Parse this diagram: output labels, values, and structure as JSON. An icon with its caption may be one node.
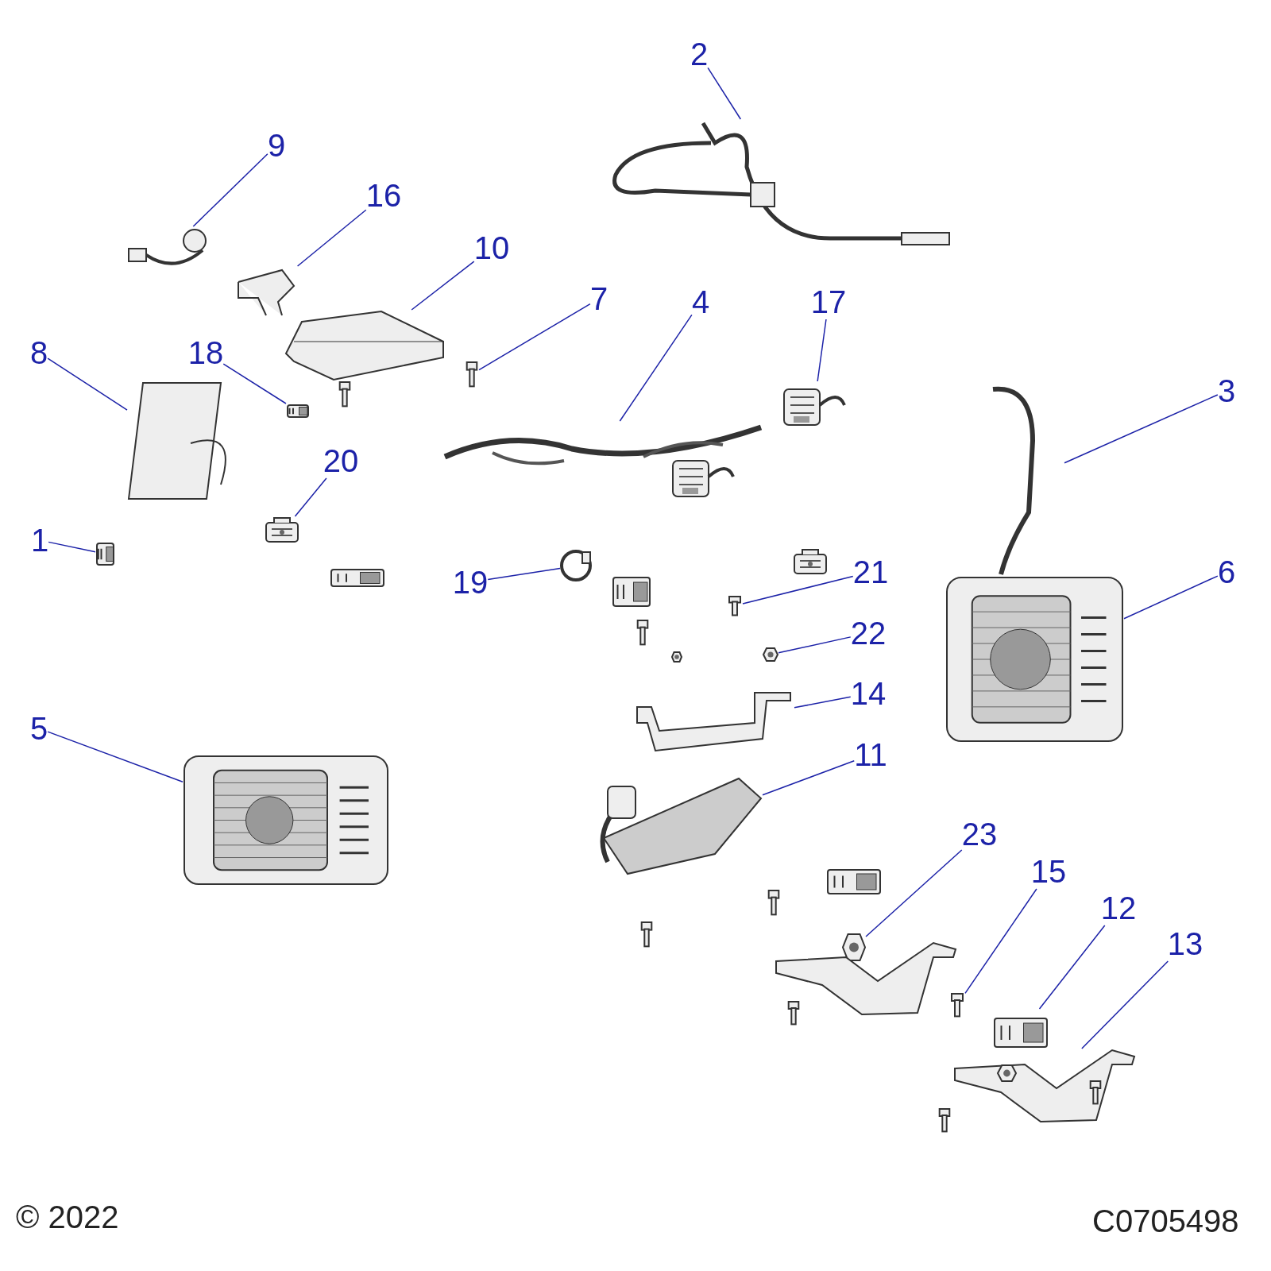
{
  "diagram": {
    "nodes": [
      {
        "text": [
          "2"
        ]
      },
      {
        "text": [],
        "shape": "picture"
      },
      {
        "text": [
          "9"
        ]
      },
      {
        "text": [],
        "shape": "picture"
      },
      {
        "text": [
          "16"
        ]
      },
      {
        "text": [],
        "shape": "picture"
      },
      {
        "text": [
          "10"
        ]
      },
      {
        "text": [],
        "shape": "picture"
      },
      {
        "text": [
          "7"
        ]
      },
      {
        "text": [],
        "shape": "picture"
      },
      {
        "text": [
          "4"
        ]
      },
      {
        "text": [],
        "shape": "picture"
      },
      {
        "text": [
          "17"
        ]
      },
      {
        "text": [],
        "shape": "picture"
      },
      {
        "text": [
          "8"
        ]
      },
      {
        "text": [],
        "shape": "picture"
      },
      {
        "text": [
          "18"
        ]
      },
      {
        "text": [],
        "shape": "picture"
      },
      {
        "text": [
          "3"
        ]
      },
      {
        "text": [],
        "shape": "picture"
      },
      {
        "text": [
          "20"
        ]
      },
      {
        "text": [],
        "shape": "picture"
      },
      {
        "text": [
          "1"
        ]
      },
      {
        "text": [],
        "shape": "picture"
      },
      {
        "text": [
          "21"
        ]
      },
      {
        "text": [],
        "shape": "picture"
      },
      {
        "text": [
          "19"
        ]
      },
      {
        "text": [],
        "shape": "picture"
      },
      {
        "text": [
          "6"
        ]
      },
      {
        "text": [],
        "shape": "picture"
      },
      {
        "text": [
          "22"
        ]
      },
      {
        "text": [],
        "shape": "picture"
      },
      {
        "text": [
          "14"
        ]
      },
      {
        "text": [],
        "shape": "picture"
      },
      {
        "text": [
          "5"
        ]
      },
      {
        "text": [],
        "shape": "picture"
      },
      {
        "text": [
          "11"
        ]
      },
      {
        "text": [],
        "shape": "picture"
      },
      {
        "text": [
          "23"
        ]
      },
      {
        "text": [],
        "shape": "picture"
      },
      {
        "text": [
          "15"
        ]
      },
      {
        "text": [],
        "shape": "picture"
      },
      {
        "text": [
          "12"
        ]
      },
      {
        "text": [],
        "shape": "picture"
      },
      {
        "text": [
          "13"
        ]
      },
      {
        "text": [],
        "shape": "picture"
      }
    ],
    "edges": [
      {
        "from": 0,
        "to": 1,
        "arrow": "none"
      },
      {
        "from": 2,
        "to": 3,
        "arrow": "none"
      },
      {
        "from": 4,
        "to": 5,
        "arrow": "none"
      },
      {
        "from": 6,
        "to": 7,
        "arrow": "none"
      },
      {
        "from": 8,
        "to": 9,
        "arrow": "none"
      },
      {
        "from": 10,
        "to": 11,
        "arrow": "none"
      },
      {
        "from": 12,
        "to": 13,
        "arrow": "none"
      },
      {
        "from": 14,
        "to": 15,
        "arrow": "none"
      },
      {
        "from": 16,
        "to": 17,
        "arrow": "none"
      },
      {
        "from": 18,
        "to": 19,
        "arrow": "none"
      },
      {
        "from": 20,
        "to": 21,
        "arrow": "none"
      },
      {
        "from": 22,
        "to": 23,
        "arrow": "none"
      },
      {
        "from": 24,
        "to": 25,
        "arrow": "none"
      },
      {
        "from": 26,
        "to": 27,
        "arrow": "none"
      },
      {
        "from": 28,
        "to": 29,
        "arrow": "none"
      },
      {
        "from": 30,
        "to": 31,
        "arrow": "none"
      },
      {
        "from": 32,
        "to": 33,
        "arrow": "none"
      },
      {
        "from": 34,
        "to": 35,
        "arrow": "none"
      },
      {
        "from": 36,
        "to": 37,
        "arrow": "none"
      },
      {
        "from": 38,
        "to": 39,
        "arrow": "none"
      },
      {
        "from": 40,
        "to": 41,
        "arrow": "none"
      },
      {
        "from": 42,
        "to": 43,
        "arrow": "none"
      },
      {
        "from": 44,
        "to": 45,
        "arrow": "none"
      }
    ],
    "labels": [
      "© 2022",
      "C0705498"
    ]
  }
}
